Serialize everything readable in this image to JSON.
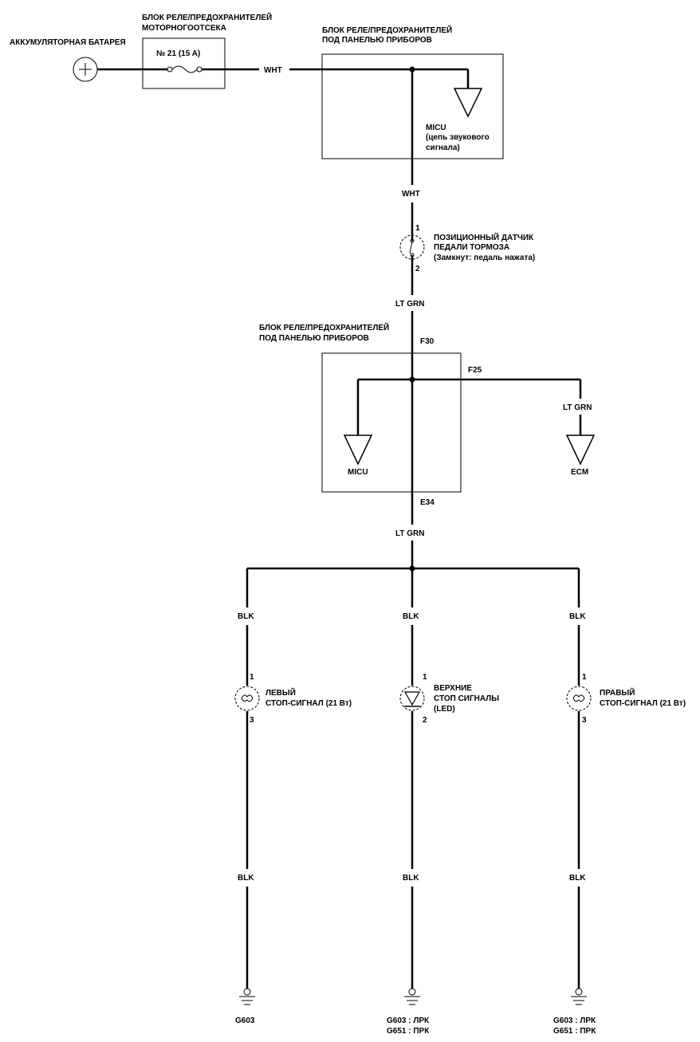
{
  "battery": {
    "label": "АККУМУЛЯТОРНАЯ БАТАРЕЯ"
  },
  "engine_relay_box": {
    "line1": "БЛОК РЕЛЕ/ПРЕДОХРАНИТЕЛЕЙ",
    "line2": "МОТОРНОГООТСЕКА",
    "fuse_label": "№ 21 (15 A)"
  },
  "dash_box_top": {
    "line1": "БЛОК РЕЛЕ/ПРЕДОХРАНИТЕЛЕЙ",
    "line2": "ПОД ПАНЕЛЬЮ ПРИБОРОВ",
    "micu_line1": "MICU",
    "micu_line2": "(цепь звукового",
    "micu_line3": "сигнала)"
  },
  "dash_box_mid": {
    "line1": "БЛОК РЕЛЕ/ПРЕДОХРАНИТЕЛЕЙ",
    "line2": "ПОД ПАНЕЛЬЮ ПРИБОРОВ",
    "micu_label": "MICU",
    "pin_top": "F30",
    "pin_right": "F25",
    "pin_bottom": "E34"
  },
  "brake_switch": {
    "line1": "ПОЗИЦИОННЫЙ ДАТЧИК",
    "line2": "ПЕДАЛИ ТОРМОЗА",
    "line3": "(Замкнут: педаль нажата)",
    "pin1": "1",
    "pin2": "2"
  },
  "ecm": {
    "label": "ECM"
  },
  "wires": {
    "wht1": "WHT",
    "wht2": "WHT",
    "ltgrn1": "LT GRN",
    "ltgrn2": "LT GRN",
    "ltgrn3": "LT GRN",
    "blk": "BLK"
  },
  "left_lamp": {
    "line1": "ЛЕВЫЙ",
    "line2": "СТОП-СИГНАЛ (21 Вт)",
    "pin_top": "1",
    "pin_bottom": "3",
    "ground": "G603"
  },
  "center_lamp": {
    "line1": "ВЕРХНИЕ",
    "line2": "СТОП СИГНАЛЫ",
    "line3": "(LED)",
    "pin_top": "1",
    "pin_bottom": "2",
    "ground_line1": "G603 : ЛРК",
    "ground_line2": "G651 : ПРК"
  },
  "right_lamp": {
    "line1": "ПРАВЫЙ",
    "line2": "СТОП-СИГНАЛ (21 Вт)",
    "pin_top": "1",
    "pin_bottom": "3",
    "ground_line1": "G603 : ЛРК",
    "ground_line2": "G651 : ПРК"
  }
}
